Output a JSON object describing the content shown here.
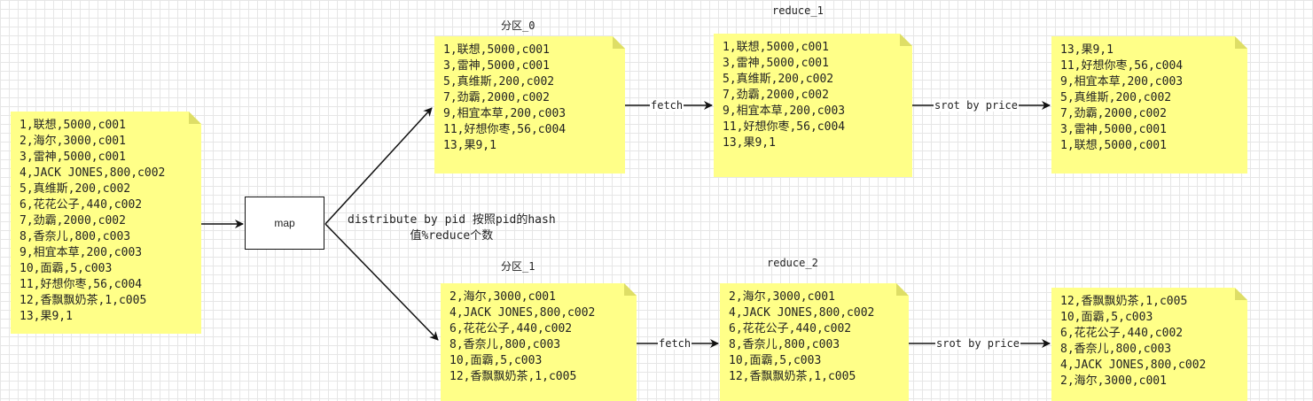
{
  "input": {
    "lines": [
      "1,联想,5000,c001",
      "2,海尔,3000,c001",
      "3,雷神,5000,c001",
      "4,JACK JONES,800,c002",
      "5,真维斯,200,c002",
      "6,花花公子,440,c002",
      "7,劲霸,2000,c002",
      "8,香奈儿,800,c003",
      "9,相宜本草,200,c003",
      "10,面霸,5,c003",
      "11,好想你枣,56,c004",
      "12,香飘飘奶茶,1,c005",
      "13,果9,1"
    ]
  },
  "map": {
    "label": "map"
  },
  "distribute": {
    "line1": "distribute by pid  按照pid的hash",
    "line2": "值%reduce个数"
  },
  "partition0": {
    "title": "分区_0",
    "lines": [
      "1,联想,5000,c001",
      "3,雷神,5000,c001",
      "5,真维斯,200,c002",
      "7,劲霸,2000,c002",
      "9,相宜本草,200,c003",
      "11,好想你枣,56,c004",
      "13,果9,1"
    ]
  },
  "partition1": {
    "title": "分区_1",
    "lines": [
      "2,海尔,3000,c001",
      "4,JACK JONES,800,c002",
      "6,花花公子,440,c002",
      "8,香奈儿,800,c003",
      "10,面霸,5,c003",
      "12,香飘飘奶茶,1,c005"
    ]
  },
  "reduce1": {
    "title": "reduce_1",
    "lines": [
      "1,联想,5000,c001",
      "3,雷神,5000,c001",
      "5,真维斯,200,c002",
      "7,劲霸,2000,c002",
      "9,相宜本草,200,c003",
      "11,好想你枣,56,c004",
      "13,果9,1"
    ]
  },
  "reduce2": {
    "title": "reduce_2",
    "lines": [
      "2,海尔,3000,c001",
      "4,JACK JONES,800,c002",
      "6,花花公子,440,c002",
      "8,香奈儿,800,c003",
      "10,面霸,5,c003",
      "12,香飘飘奶茶,1,c005"
    ]
  },
  "sorted1": {
    "lines": [
      "13,果9,1",
      "11,好想你枣,56,c004",
      "9,相宜本草,200,c003",
      "5,真维斯,200,c002",
      "7,劲霸,2000,c002",
      "3,雷神,5000,c001",
      "1,联想,5000,c001"
    ]
  },
  "sorted2": {
    "lines": [
      "12,香飘飘奶茶,1,c005",
      "10,面霸,5,c003",
      "6,花花公子,440,c002",
      "8,香奈儿,800,c003",
      "4,JACK JONES,800,c002",
      "2,海尔,3000,c001"
    ]
  },
  "edges": {
    "fetch": "fetch",
    "sort": "srot by price"
  }
}
